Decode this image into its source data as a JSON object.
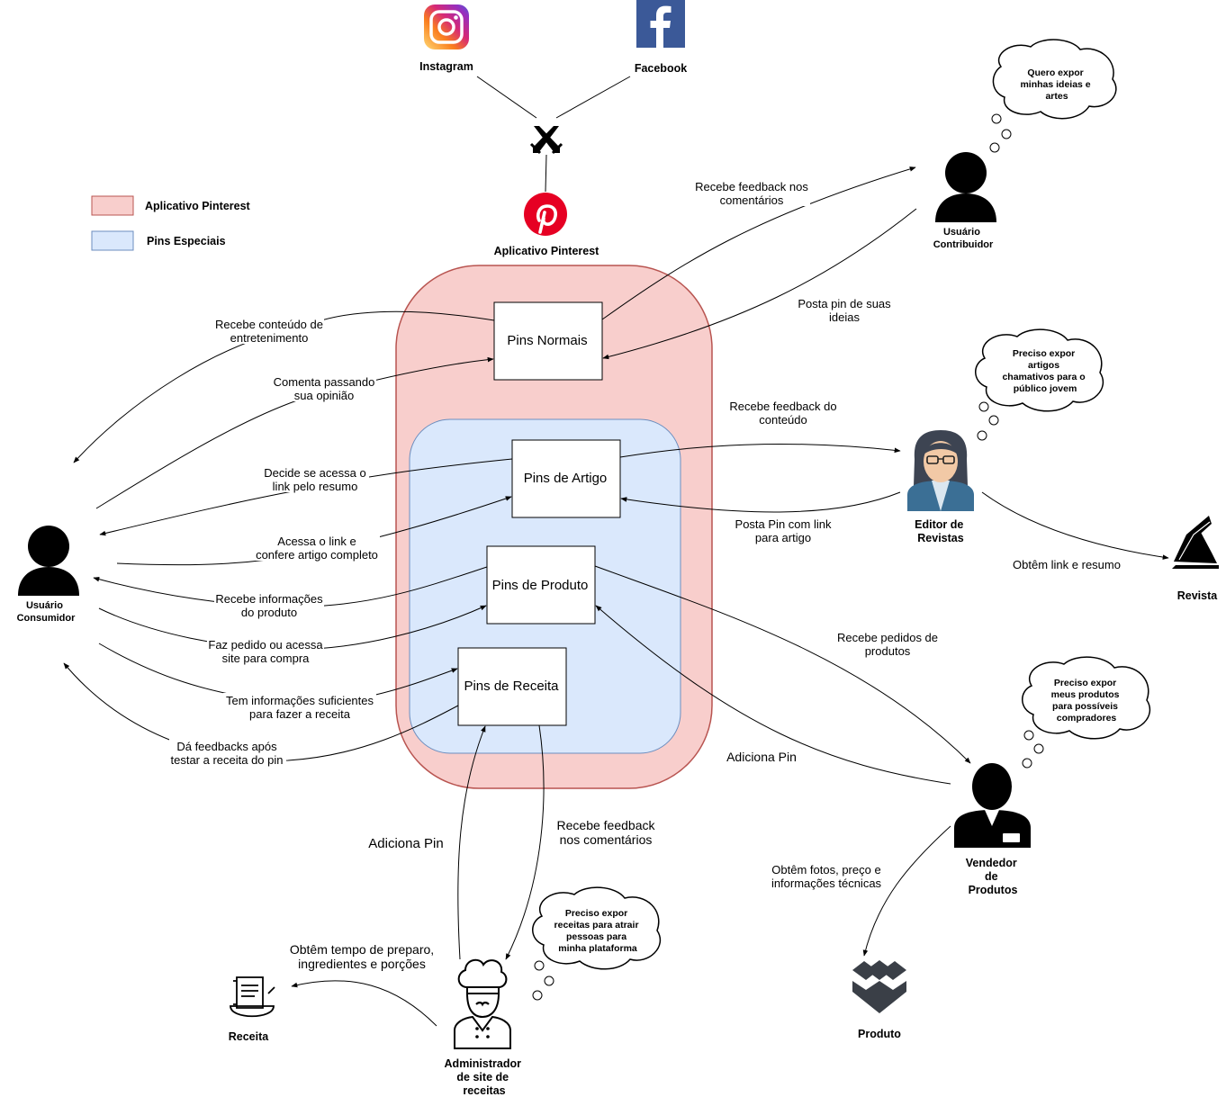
{
  "legend": {
    "pinterest_label": "Aplicativo Pinterest",
    "pinterest_color": "#f8cecc",
    "pinterest_border": "#b85450",
    "pinterest_text_color": "#d0504f",
    "special_label": "Pins Especiais",
    "special_color": "#dae8fc",
    "special_border": "#6c8ebf",
    "special_text_color": "#3333cc"
  },
  "social": {
    "instagram": "Instagram",
    "facebook": "Facebook",
    "pinterest_app": "Aplicativo Pinterest",
    "facebook_color": "#3b5998",
    "pinterest_color": "#e60023"
  },
  "boxes": {
    "normais": "Pins Normais",
    "artigo": "Pins de Artigo",
    "produto": "Pins de Produto",
    "receita": "Pins de Receita"
  },
  "actors": {
    "consumidor": [
      "Usuário",
      "Consumidor"
    ],
    "contribuidor": [
      "Usuário",
      "Contribuidor"
    ],
    "editor": [
      "Editor de",
      "Revistas"
    ],
    "vendedor": [
      "Vendedor",
      "de",
      "Produtos"
    ],
    "administrador": [
      "Administrador",
      "de site de",
      "receitas"
    ]
  },
  "objects": {
    "revista": "Revista",
    "produto": "Produto",
    "receita": "Receita"
  },
  "thoughts": {
    "contribuidor": [
      "Quero expor",
      "minhas ideias e",
      "artes"
    ],
    "editor": [
      "Preciso expor",
      "artigos",
      "chamativos para o",
      "público jovem"
    ],
    "vendedor": [
      "Preciso expor",
      "meus produtos",
      "para possíveis",
      "compradores"
    ],
    "administrador": [
      "Preciso expor",
      "receitas para atrair",
      "pessoas para",
      "minha plataforma"
    ]
  },
  "edge_labels": {
    "recebe_entretenimento": [
      "Recebe conteúdo de",
      "entretenimento"
    ],
    "comenta": [
      "Comenta passando",
      "sua opinião"
    ],
    "decide": [
      "Decide se acessa o",
      "link pelo resumo"
    ],
    "acessa": [
      "Acessa o link e",
      "confere artigo completo"
    ],
    "recebe_info_produto": [
      "Recebe informações",
      "do produto"
    ],
    "faz_pedido": [
      "Faz pedido ou acessa",
      "site para compra"
    ],
    "tem_info": [
      "Tem informações suficientes",
      "para fazer a receita"
    ],
    "da_feedback": [
      "Dá feedbacks após",
      "testar a receita do pin"
    ],
    "recebe_feedback_comentarios": [
      "Recebe feedback nos",
      "comentários"
    ],
    "posta_pin_ideias": [
      "Posta pin de suas",
      "ideias"
    ],
    "recebe_feedback_conteudo": [
      "Recebe feedback do",
      "conteúdo"
    ],
    "posta_pin_link": [
      "Posta Pin com link",
      "para artigo"
    ],
    "obtem_link": [
      "Obtêm link e resumo"
    ],
    "recebe_pedidos": [
      "Recebe pedidos de",
      "produtos"
    ],
    "adiciona_pin_vendedor": [
      "Adiciona Pin"
    ],
    "obtem_fotos": [
      "Obtêm fotos, preço e",
      "informações técnicas"
    ],
    "adiciona_pin_admin": [
      "Adiciona Pin"
    ],
    "recebe_feedback_admin": [
      "Recebe feedback",
      "nos comentários"
    ],
    "obtem_tempo": [
      "Obtêm tempo de preparo,",
      "ingredientes e porções"
    ]
  }
}
